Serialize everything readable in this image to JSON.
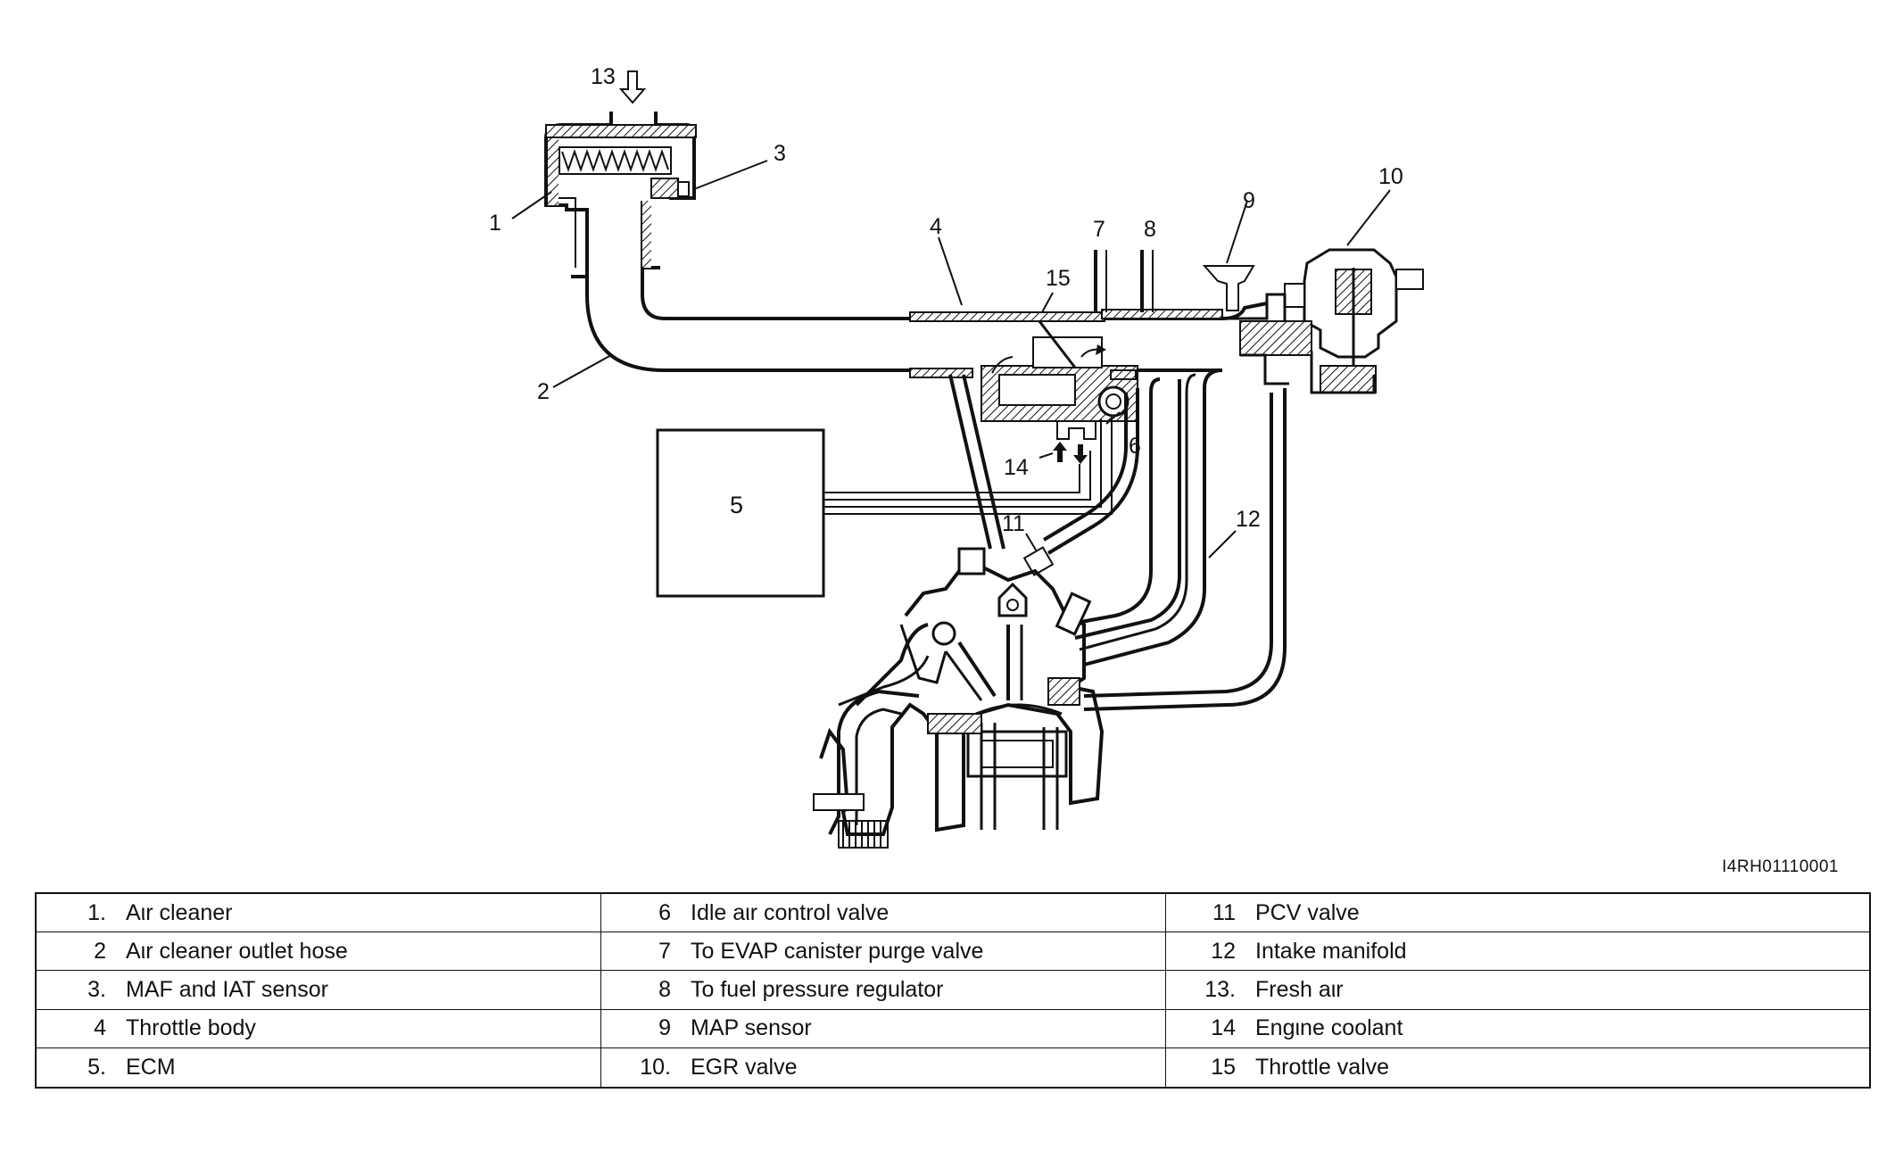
{
  "figure_id": "I4RH01110001",
  "ecm_box_label": "5",
  "callouts": [
    "1",
    "2",
    "3",
    "4",
    "6",
    "7",
    "8",
    "9",
    "10",
    "11",
    "12",
    "13",
    "14",
    "15"
  ],
  "legend": [
    {
      "num": "1.",
      "text": "Aιr cleaner"
    },
    {
      "num": "2",
      "text": "Aιr cleaner outlet hose"
    },
    {
      "num": "3.",
      "text": "MAF and IAT sensor"
    },
    {
      "num": "4",
      "text": "Throttle body"
    },
    {
      "num": "5.",
      "text": "ECM"
    },
    {
      "num": "6",
      "text": "Idle aιr control valve"
    },
    {
      "num": "7",
      "text": "To EVAP canister purge valve"
    },
    {
      "num": "8",
      "text": "To fuel pressure regulator"
    },
    {
      "num": "9",
      "text": "MAP sensor"
    },
    {
      "num": "10.",
      "text": "EGR valve"
    },
    {
      "num": "11",
      "text": "PCV valve"
    },
    {
      "num": "12",
      "text": "Intake manifold"
    },
    {
      "num": "13.",
      "text": "Fresh aιr"
    },
    {
      "num": "14",
      "text": "Engιne coolant"
    },
    {
      "num": "15",
      "text": "Throttle valve"
    }
  ]
}
